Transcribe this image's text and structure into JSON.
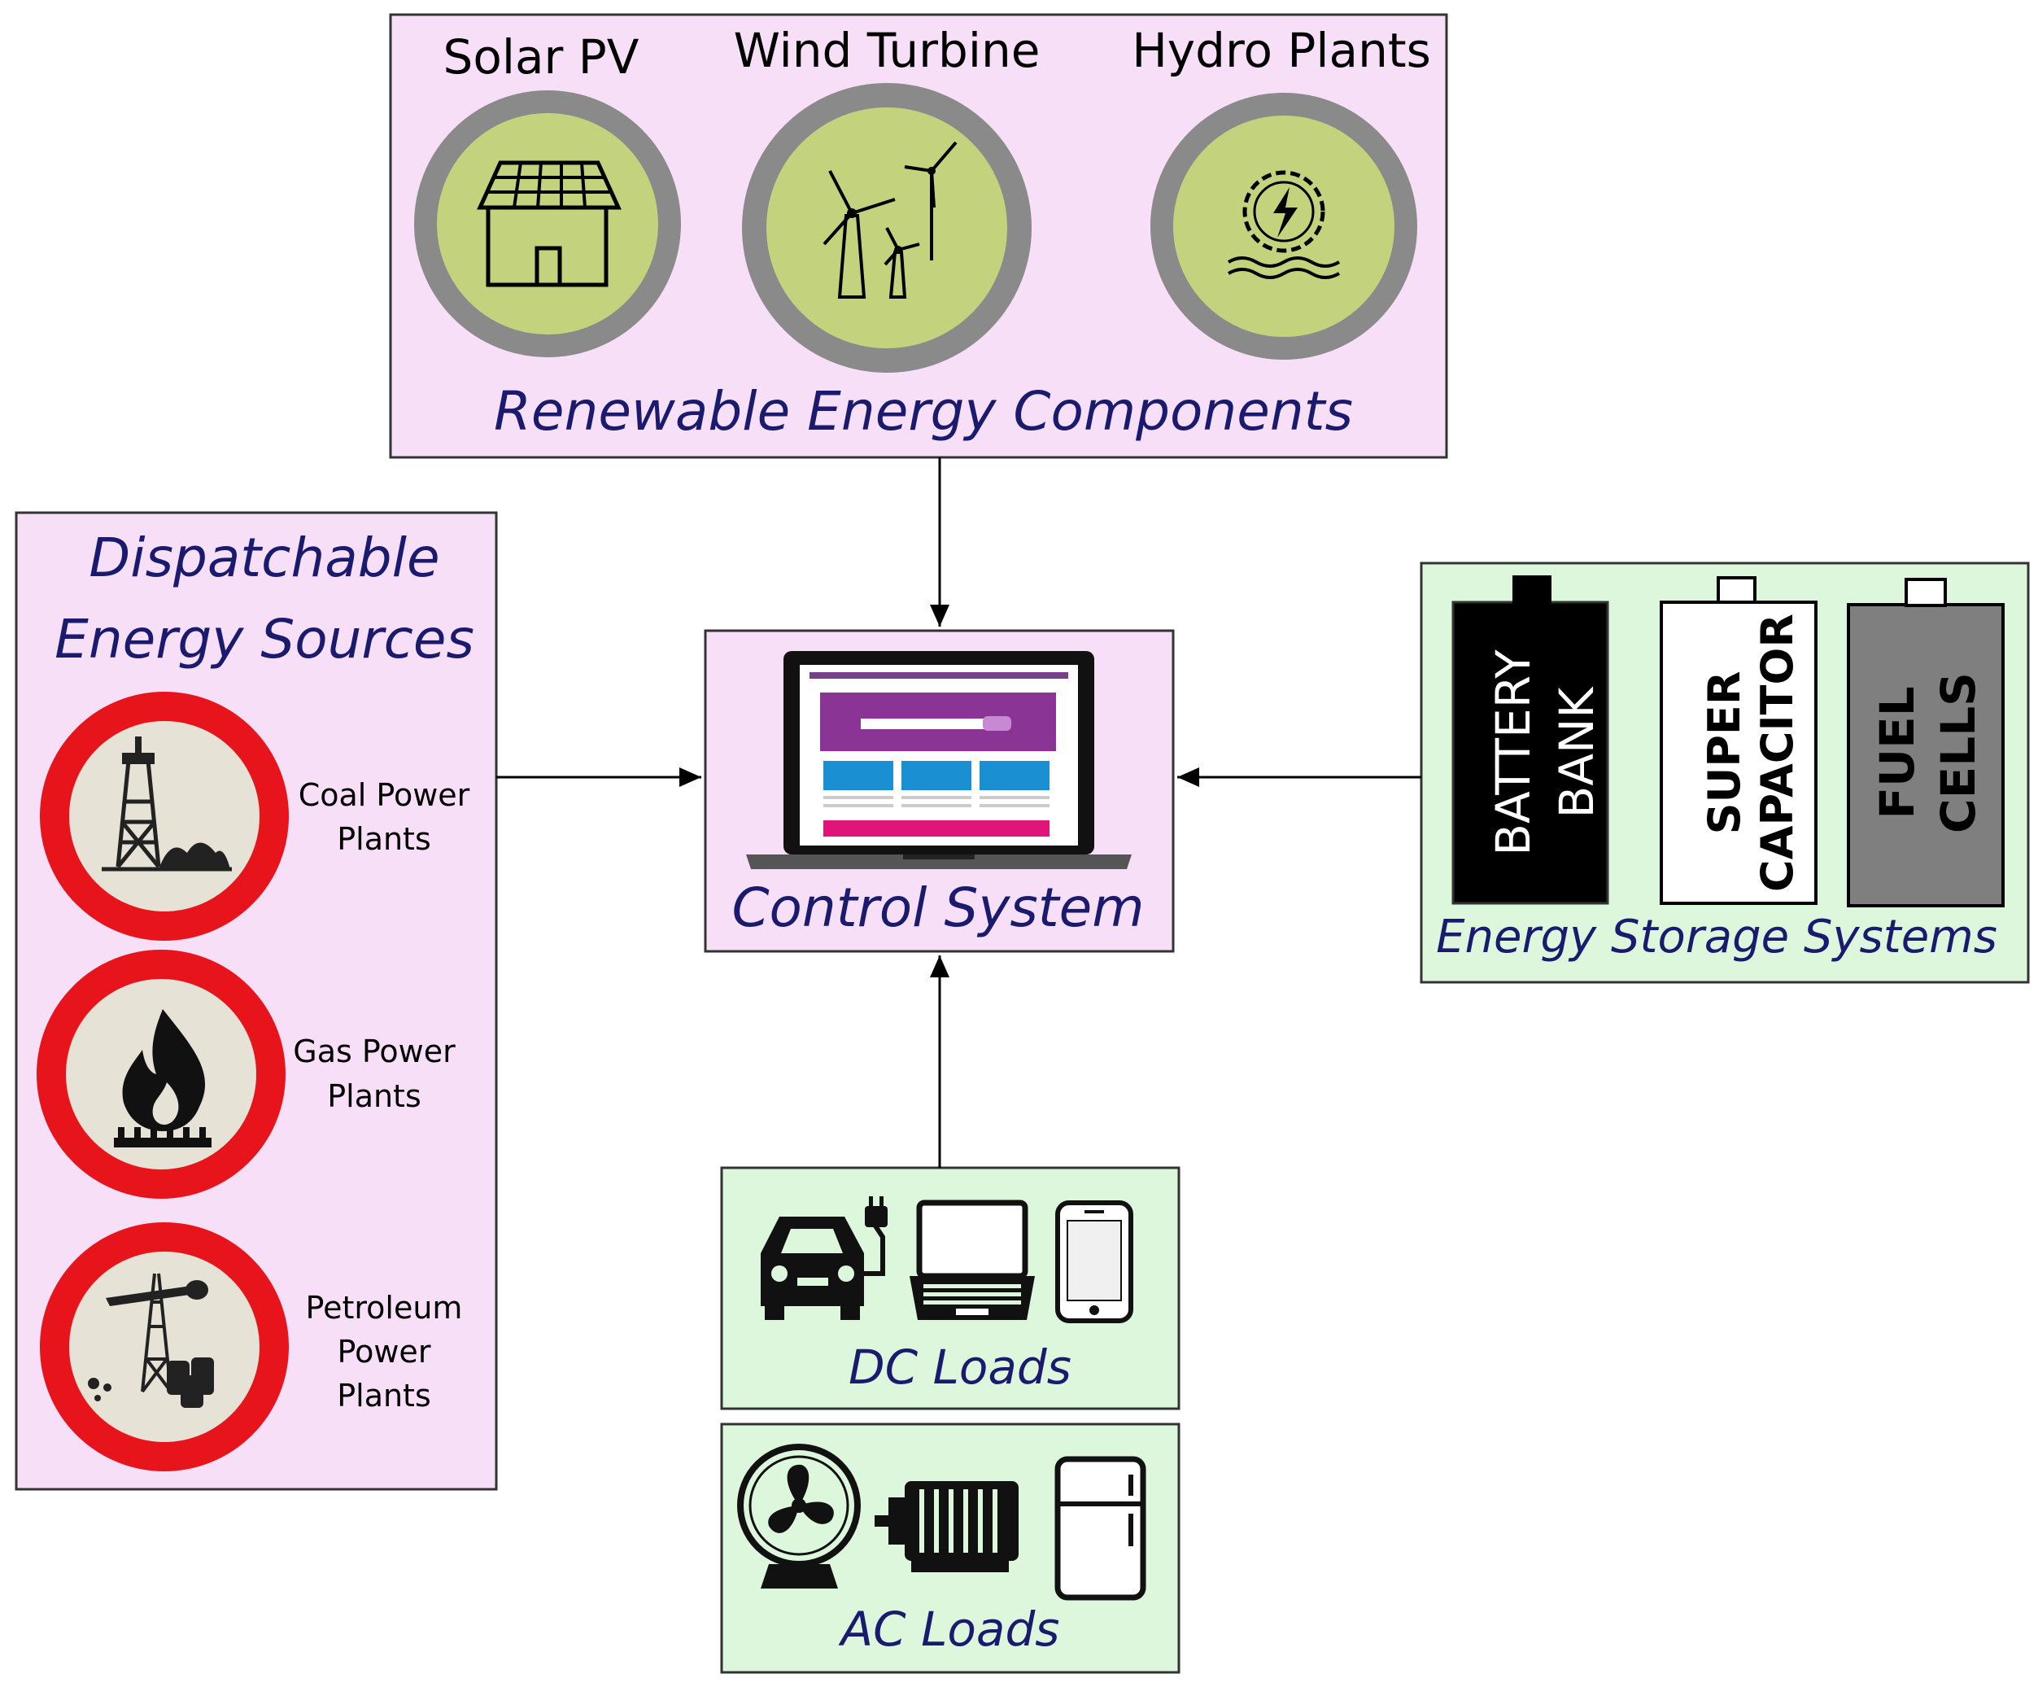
{
  "renewable": {
    "title": "Renewable Energy Components",
    "items": [
      {
        "label": "Solar PV",
        "icon": "solar-house-icon"
      },
      {
        "label": "Wind Turbine",
        "icon": "wind-turbine-icon"
      },
      {
        "label": "Hydro Plants",
        "icon": "hydro-turbine-icon"
      }
    ]
  },
  "dispatchable": {
    "title_line1": "Dispatchable",
    "title_line2": "Energy Sources",
    "items": [
      {
        "lines": [
          "Coal Power",
          "Plants"
        ],
        "icon": "coal-plant-icon"
      },
      {
        "lines": [
          "Gas Power",
          "Plants"
        ],
        "icon": "gas-flame-icon"
      },
      {
        "lines": [
          "Petroleum",
          "Power",
          "Plants"
        ],
        "icon": "oil-derrick-icon"
      }
    ]
  },
  "control": {
    "title": "Control System",
    "icon": "laptop-dashboard-icon"
  },
  "storage": {
    "title": "Energy Storage Systems",
    "items": [
      {
        "lines": [
          "BATTERY",
          "BANK"
        ],
        "icon": "battery-icon"
      },
      {
        "lines": [
          "SUPER",
          "CAPACITOR"
        ],
        "icon": "capacitor-icon"
      },
      {
        "lines": [
          "FUEL",
          "CELLS"
        ],
        "icon": "fuel-cell-icon"
      }
    ]
  },
  "dc_loads": {
    "title": "DC Loads",
    "icons": [
      "electric-car-icon",
      "laptop-icon",
      "smartphone-icon"
    ]
  },
  "ac_loads": {
    "title": "AC Loads",
    "icons": [
      "fan-icon",
      "motor-icon",
      "refrigerator-icon"
    ]
  },
  "colors": {
    "pink_box": "#f7e0f7",
    "green_box": "#ddf7dd",
    "green_disc": "#c2d27d",
    "grey_ring": "#8a8a8a",
    "red_ring": "#e8141b",
    "text_blue": "#1a1a6e"
  }
}
